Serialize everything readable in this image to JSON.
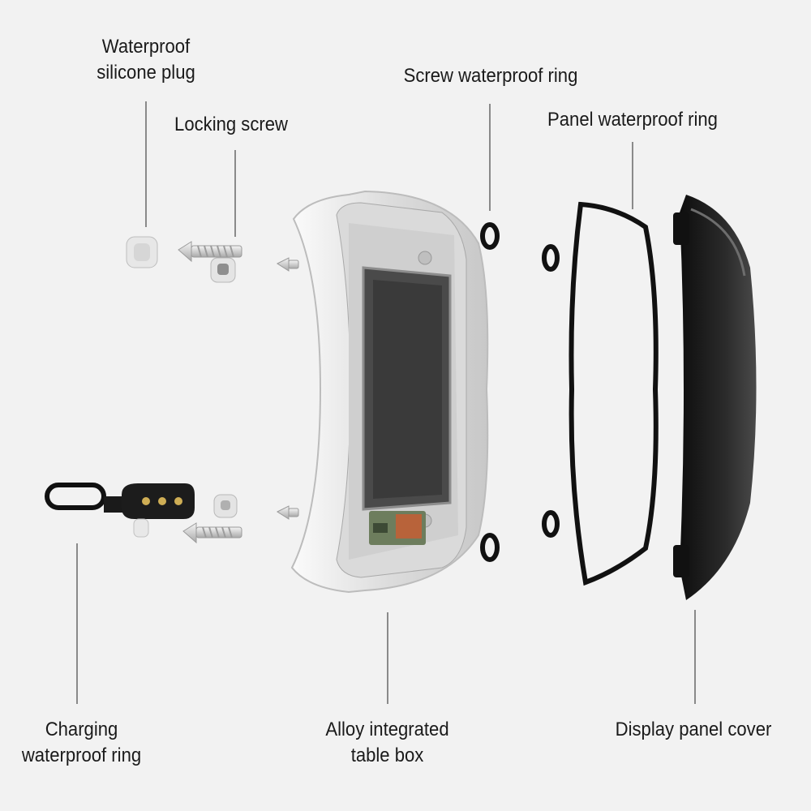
{
  "labels": {
    "silicone_plug": [
      "Waterproof",
      "silicone plug"
    ],
    "locking_screw": [
      "Locking screw"
    ],
    "screw_ring": [
      "Screw waterproof ring"
    ],
    "panel_ring": [
      "Panel waterproof ring"
    ],
    "charging_ring": [
      "Charging",
      "waterproof ring"
    ],
    "table_box": [
      "Alloy integrated",
      "table box"
    ],
    "panel_cover": [
      "Display panel cover"
    ]
  },
  "colors": {
    "background": "#f2f2f2",
    "leader_line": "#8a8a8a",
    "ring": "#111111",
    "screen": "#4a4a4a",
    "cover": "#1c1c1c",
    "frame": "#e6e6e6"
  }
}
